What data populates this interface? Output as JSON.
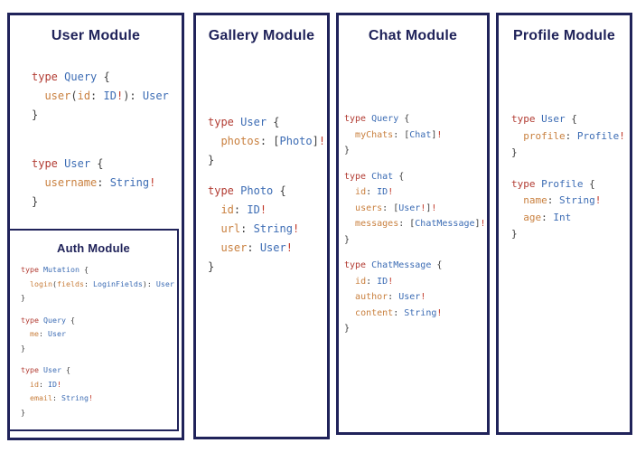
{
  "colors": {
    "navy": "#20235a",
    "keyword_red": "#b23c33",
    "type_blue": "#3c6cb4",
    "field_orange": "#c9803f",
    "punctuation_gray": "#3d3d3d",
    "bang_red": "#c13828",
    "background": "#ffffff"
  },
  "panels": [
    {
      "id": "user",
      "title": "User Module",
      "blocks": [
        [
          [
            [
              "k",
              "type"
            ],
            [
              "p",
              " "
            ],
            [
              "t",
              "Query"
            ],
            [
              "p",
              " {"
            ]
          ],
          [
            [
              "p",
              "  "
            ],
            [
              "f",
              "user"
            ],
            [
              "p",
              "("
            ],
            [
              "f",
              "id"
            ],
            [
              "p",
              ": "
            ],
            [
              "t",
              "ID"
            ],
            [
              "b",
              "!"
            ],
            [
              "p",
              "): "
            ],
            [
              "t",
              "User"
            ]
          ],
          [
            [
              "p",
              "}"
            ]
          ]
        ],
        [
          [
            [
              "k",
              "type"
            ],
            [
              "p",
              " "
            ],
            [
              "t",
              "User"
            ],
            [
              "p",
              " {"
            ]
          ],
          [
            [
              "p",
              "  "
            ],
            [
              "f",
              "username"
            ],
            [
              "p",
              ": "
            ],
            [
              "t",
              "String"
            ],
            [
              "b",
              "!"
            ]
          ],
          [
            [
              "p",
              "}"
            ]
          ]
        ]
      ]
    },
    {
      "id": "gallery",
      "title": "Gallery Module",
      "blocks": [
        [
          [
            [
              "k",
              "type"
            ],
            [
              "p",
              " "
            ],
            [
              "t",
              "User"
            ],
            [
              "p",
              " {"
            ]
          ],
          [
            [
              "p",
              "  "
            ],
            [
              "f",
              "photos"
            ],
            [
              "p",
              ": ["
            ],
            [
              "t",
              "Photo"
            ],
            [
              "p",
              "]"
            ],
            [
              "b",
              "!"
            ]
          ],
          [
            [
              "p",
              "}"
            ]
          ]
        ],
        [
          [
            [
              "k",
              "type"
            ],
            [
              "p",
              " "
            ],
            [
              "t",
              "Photo"
            ],
            [
              "p",
              " {"
            ]
          ],
          [
            [
              "p",
              "  "
            ],
            [
              "f",
              "id"
            ],
            [
              "p",
              ": "
            ],
            [
              "t",
              "ID"
            ],
            [
              "b",
              "!"
            ]
          ],
          [
            [
              "p",
              "  "
            ],
            [
              "f",
              "url"
            ],
            [
              "p",
              ": "
            ],
            [
              "t",
              "String"
            ],
            [
              "b",
              "!"
            ]
          ],
          [
            [
              "p",
              "  "
            ],
            [
              "f",
              "user"
            ],
            [
              "p",
              ": "
            ],
            [
              "t",
              "User"
            ],
            [
              "b",
              "!"
            ]
          ],
          [
            [
              "p",
              "}"
            ]
          ]
        ]
      ]
    },
    {
      "id": "chat",
      "title": "Chat Module",
      "blocks": [
        [
          [
            [
              "k",
              "type"
            ],
            [
              "p",
              " "
            ],
            [
              "t",
              "Query"
            ],
            [
              "p",
              " {"
            ]
          ],
          [
            [
              "p",
              "  "
            ],
            [
              "f",
              "myChats"
            ],
            [
              "p",
              ": ["
            ],
            [
              "t",
              "Chat"
            ],
            [
              "p",
              "]"
            ],
            [
              "b",
              "!"
            ]
          ],
          [
            [
              "p",
              "}"
            ]
          ]
        ],
        [
          [
            [
              "k",
              "type"
            ],
            [
              "p",
              " "
            ],
            [
              "t",
              "Chat"
            ],
            [
              "p",
              " {"
            ]
          ],
          [
            [
              "p",
              "  "
            ],
            [
              "f",
              "id"
            ],
            [
              "p",
              ": "
            ],
            [
              "t",
              "ID"
            ],
            [
              "b",
              "!"
            ]
          ],
          [
            [
              "p",
              "  "
            ],
            [
              "f",
              "users"
            ],
            [
              "p",
              ": ["
            ],
            [
              "t",
              "User"
            ],
            [
              "b",
              "!"
            ],
            [
              "p",
              "]"
            ],
            [
              "b",
              "!"
            ]
          ],
          [
            [
              "p",
              "  "
            ],
            [
              "f",
              "messages"
            ],
            [
              "p",
              ": ["
            ],
            [
              "t",
              "ChatMessage"
            ],
            [
              "p",
              "]"
            ],
            [
              "b",
              "!"
            ]
          ],
          [
            [
              "p",
              "}"
            ]
          ]
        ],
        [
          [
            [
              "k",
              "type"
            ],
            [
              "p",
              " "
            ],
            [
              "t",
              "ChatMessage"
            ],
            [
              "p",
              " {"
            ]
          ],
          [
            [
              "p",
              "  "
            ],
            [
              "f",
              "id"
            ],
            [
              "p",
              ": "
            ],
            [
              "t",
              "ID"
            ],
            [
              "b",
              "!"
            ]
          ],
          [
            [
              "p",
              "  "
            ],
            [
              "f",
              "author"
            ],
            [
              "p",
              ": "
            ],
            [
              "t",
              "User"
            ],
            [
              "b",
              "!"
            ]
          ],
          [
            [
              "p",
              "  "
            ],
            [
              "f",
              "content"
            ],
            [
              "p",
              ": "
            ],
            [
              "t",
              "String"
            ],
            [
              "b",
              "!"
            ]
          ],
          [
            [
              "p",
              "}"
            ]
          ]
        ]
      ]
    },
    {
      "id": "profile",
      "title": "Profile Module",
      "blocks": [
        [
          [
            [
              "k",
              "type"
            ],
            [
              "p",
              " "
            ],
            [
              "t",
              "User"
            ],
            [
              "p",
              " {"
            ]
          ],
          [
            [
              "p",
              "  "
            ],
            [
              "f",
              "profile"
            ],
            [
              "p",
              ": "
            ],
            [
              "t",
              "Profile"
            ],
            [
              "b",
              "!"
            ]
          ],
          [
            [
              "p",
              "}"
            ]
          ]
        ],
        [
          [
            [
              "k",
              "type"
            ],
            [
              "p",
              " "
            ],
            [
              "t",
              "Profile"
            ],
            [
              "p",
              " {"
            ]
          ],
          [
            [
              "p",
              "  "
            ],
            [
              "f",
              "name"
            ],
            [
              "p",
              ": "
            ],
            [
              "t",
              "String"
            ],
            [
              "b",
              "!"
            ]
          ],
          [
            [
              "p",
              "  "
            ],
            [
              "f",
              "age"
            ],
            [
              "p",
              ": "
            ],
            [
              "t",
              "Int"
            ]
          ],
          [
            [
              "p",
              "}"
            ]
          ]
        ]
      ]
    }
  ],
  "auth": {
    "title": "Auth Module",
    "blocks": [
      [
        [
          [
            "k",
            "type"
          ],
          [
            "p",
            " "
          ],
          [
            "t",
            "Mutation"
          ],
          [
            "p",
            " {"
          ]
        ],
        [
          [
            "p",
            "  "
          ],
          [
            "f",
            "login"
          ],
          [
            "p",
            "("
          ],
          [
            "f",
            "fields"
          ],
          [
            "p",
            ": "
          ],
          [
            "t",
            "LoginFields"
          ],
          [
            "p",
            "): "
          ],
          [
            "t",
            "User"
          ]
        ],
        [
          [
            "p",
            "}"
          ]
        ]
      ],
      [
        [
          [
            "k",
            "type"
          ],
          [
            "p",
            " "
          ],
          [
            "t",
            "Query"
          ],
          [
            "p",
            " {"
          ]
        ],
        [
          [
            "p",
            "  "
          ],
          [
            "f",
            "me"
          ],
          [
            "p",
            ": "
          ],
          [
            "t",
            "User"
          ]
        ],
        [
          [
            "p",
            "}"
          ]
        ]
      ],
      [
        [
          [
            "k",
            "type"
          ],
          [
            "p",
            " "
          ],
          [
            "t",
            "User"
          ],
          [
            "p",
            " {"
          ]
        ],
        [
          [
            "p",
            "  "
          ],
          [
            "f",
            "id"
          ],
          [
            "p",
            ": "
          ],
          [
            "t",
            "ID"
          ],
          [
            "b",
            "!"
          ]
        ],
        [
          [
            "p",
            "  "
          ],
          [
            "f",
            "email"
          ],
          [
            "p",
            ": "
          ],
          [
            "t",
            "String"
          ],
          [
            "b",
            "!"
          ]
        ],
        [
          [
            "p",
            "}"
          ]
        ]
      ]
    ]
  }
}
